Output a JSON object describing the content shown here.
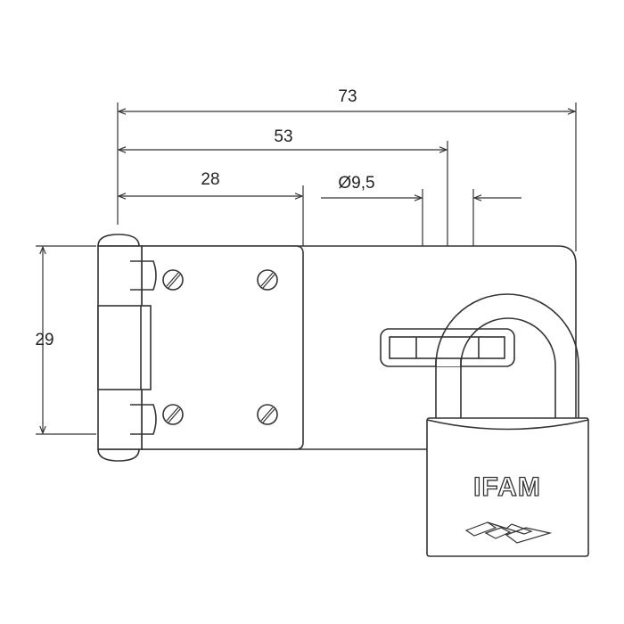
{
  "dimensions": {
    "overall_length": "73",
    "staple_position": "53",
    "plate_length": "28",
    "shackle_diameter": "Ø9,5",
    "height": "29"
  },
  "padlock": {
    "brand": "IFAM"
  },
  "colors": {
    "line": "#333333",
    "background": "#ffffff"
  }
}
